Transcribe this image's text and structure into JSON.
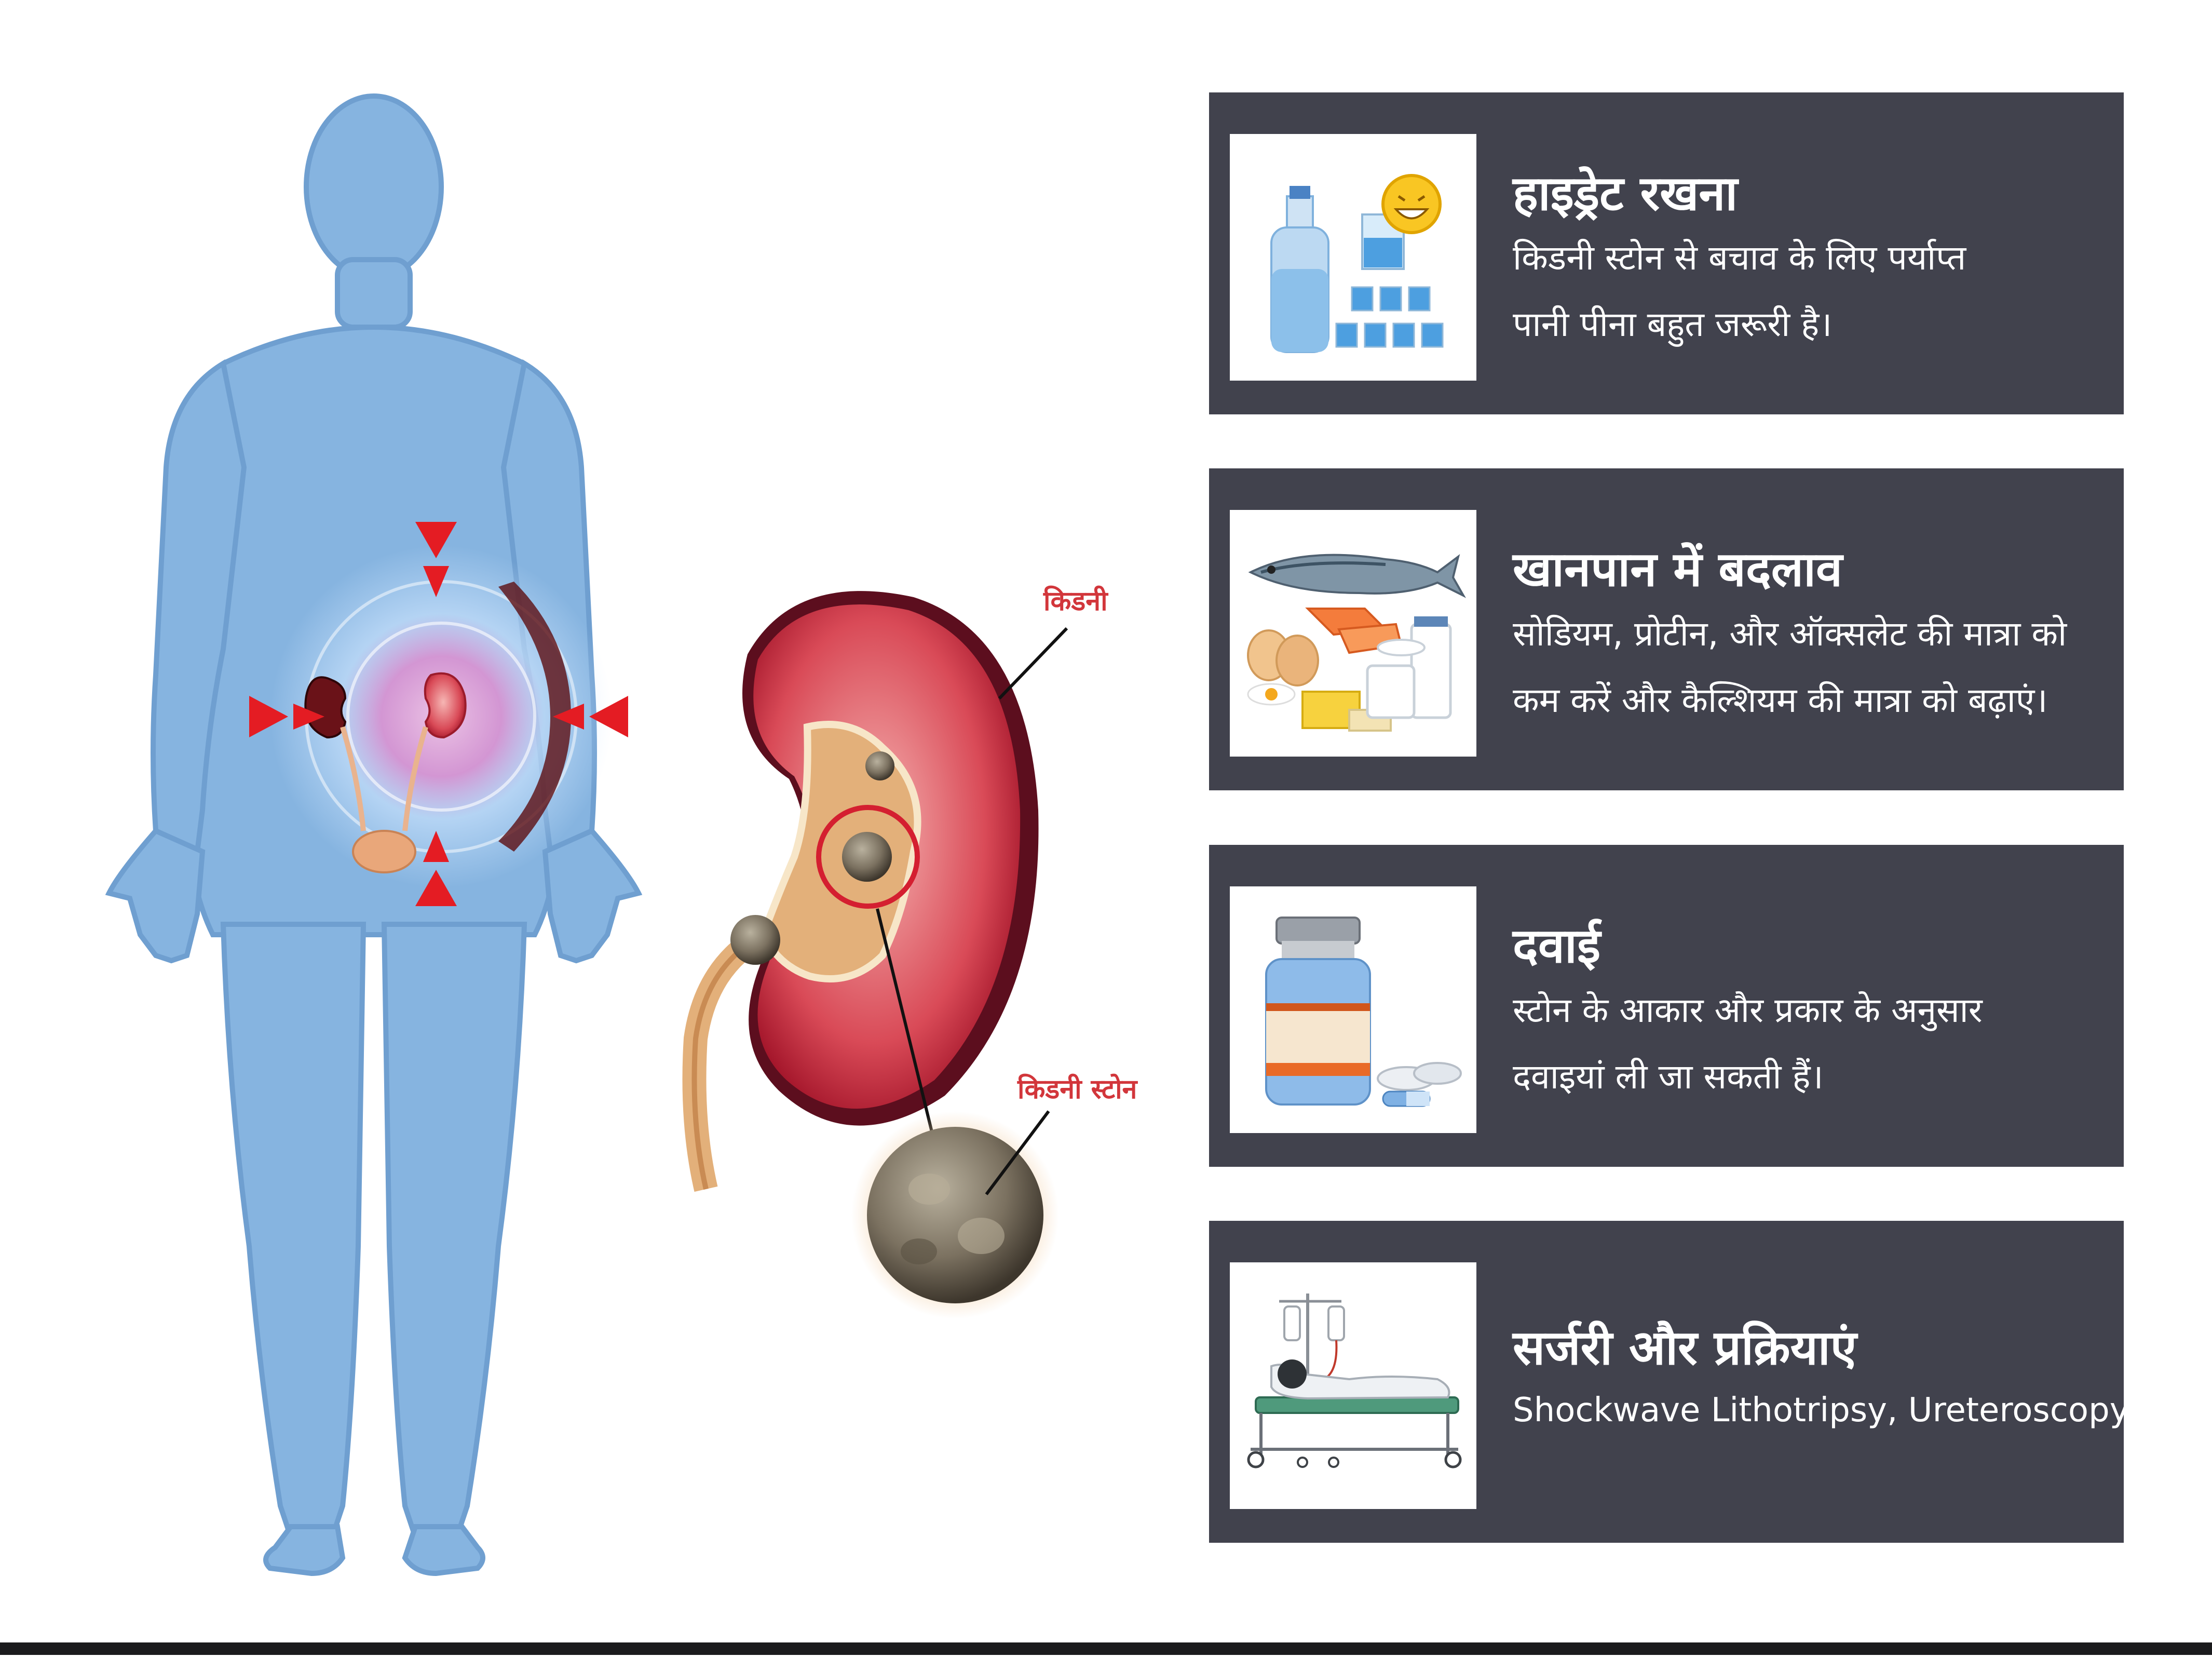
{
  "illustration": {
    "kidney_label": "किडनी",
    "stone_label": "किडनी स्टोन"
  },
  "cards": [
    {
      "icon": "water-glasses-icon",
      "title": "हाइड्रेट रखना",
      "lines": [
        "किडनी स्टोन से बचाव के लिए पर्याप्त",
        "पानी पीना बहुत जरूरी है।"
      ]
    },
    {
      "icon": "food-icon",
      "title": "खानपान में बदलाव",
      "lines": [
        "सोडियम, प्रोटीन, और ऑक्सलेट की मात्रा को",
        "कम करें और कैल्शियम की मात्रा को बढ़ाएं।"
      ]
    },
    {
      "icon": "medicine-icon",
      "title": "दवाई",
      "lines": [
        "स्टोन के आकार और प्रकार के अनुसार",
        "दवाइयां ली जा सकती हैं।"
      ]
    },
    {
      "icon": "hospital-bed-icon",
      "title": "सर्जरी और प्रक्रियाएं",
      "lines": [
        "Shockwave Lithotripsy, Ureteroscopy"
      ]
    }
  ],
  "colors": {
    "card_bg": "#41424d",
    "body_blue": "#86b4e0",
    "accent_red": "#e41c23",
    "label_red": "#d2363b"
  }
}
